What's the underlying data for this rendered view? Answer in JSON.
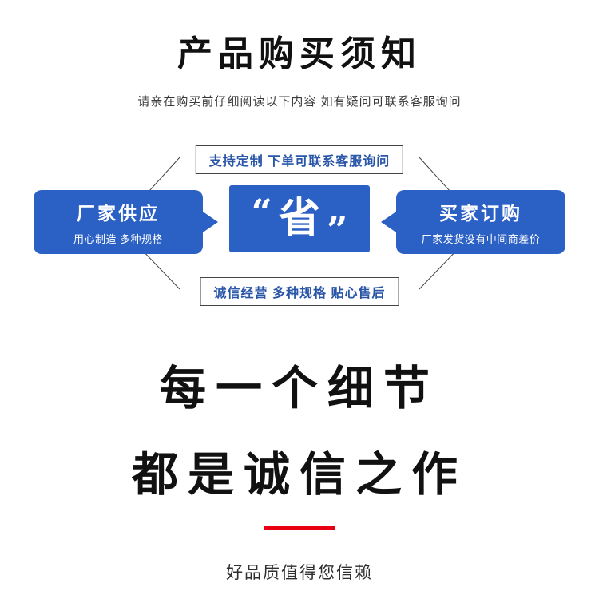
{
  "header": {
    "title": "产品购买须知",
    "subtitle": "请亲在购买前仔细阅读以下内容 如有疑问可联系客服询问"
  },
  "diagram": {
    "top_note": "支持定制 下单可联系客服询问",
    "bottom_note": "诚信经营 多种规格 贴心售后",
    "left_card": {
      "title": "厂家供应",
      "subtitle": "用心制造 多种规格"
    },
    "center_badge": {
      "open_quote": "“",
      "text": "省",
      "close_quote": "”"
    },
    "right_card": {
      "title": "买家订购",
      "subtitle": "厂家发货没有中间商差价"
    },
    "colors": {
      "blue": "#2b60c4",
      "note_text": "#2a56a8",
      "line": "#444444"
    }
  },
  "footer": {
    "headline_line1": "每一个细节",
    "headline_line2": "都是诚信之作",
    "tagline": "好品质值得您信赖",
    "accent_color": "#e60012"
  }
}
